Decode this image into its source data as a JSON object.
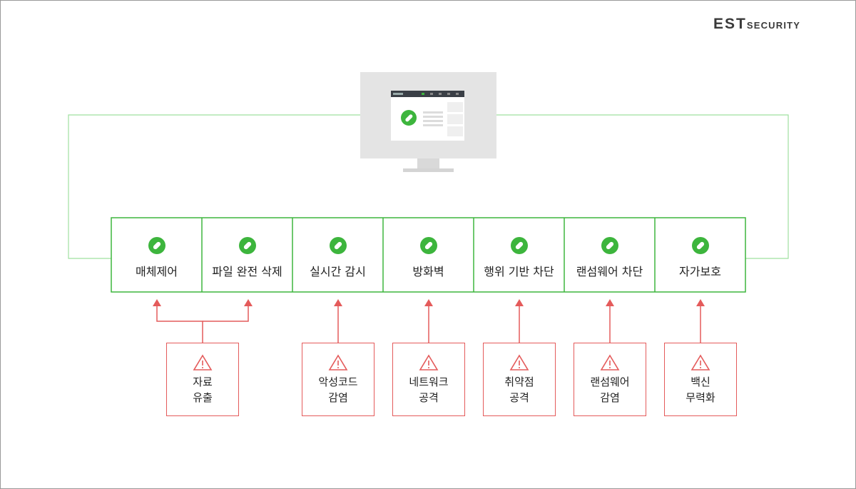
{
  "logo": {
    "est": "EST",
    "security": "SECURITY"
  },
  "features": [
    {
      "label": "매체제어"
    },
    {
      "label": "파일 완전 삭제"
    },
    {
      "label": "실시간 감시"
    },
    {
      "label": "방화벽"
    },
    {
      "label": "행위 기반 차단"
    },
    {
      "label": "랜섬웨어 차단"
    },
    {
      "label": "자가보호"
    }
  ],
  "threats": [
    {
      "line1": "자료",
      "line2": "유출"
    },
    {
      "line1": "악성코드",
      "line2": "감염"
    },
    {
      "line1": "네트워크",
      "line2": "공격"
    },
    {
      "line1": "취약점",
      "line2": "공격"
    },
    {
      "line1": "랜섬웨어",
      "line2": "감염"
    },
    {
      "line1": "백신",
      "line2": "무력화"
    }
  ],
  "colors": {
    "connector_green": "#9fe09f",
    "box_green": "#3db53d",
    "threat_red": "#e45b5b",
    "monitor_gray": "#e4e4e4"
  },
  "icons": {
    "feature_icon": "pill-capsule-icon",
    "threat_icon": "warning-triangle-icon",
    "center_device": "monitor-icon"
  }
}
